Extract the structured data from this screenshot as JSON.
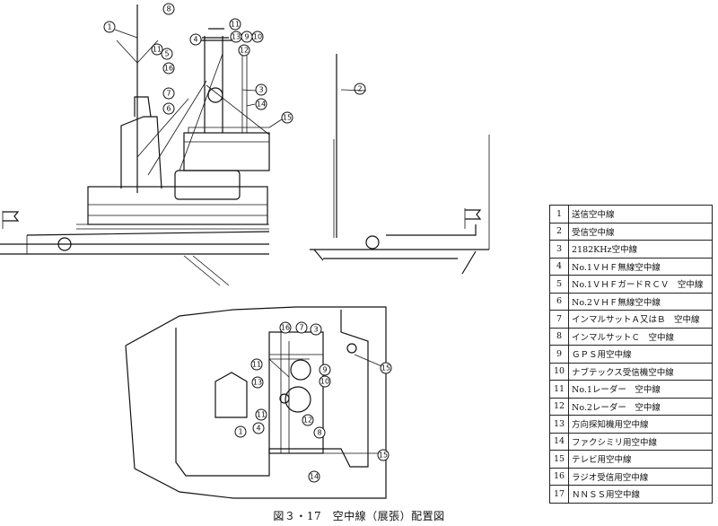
{
  "legend": [
    {
      "num": "1",
      "label": "送信空中線"
    },
    {
      "num": "2",
      "label": "受信空中線"
    },
    {
      "num": "3",
      "label": "2182KHz空中線"
    },
    {
      "num": "4",
      "label": "No.1ＶＨＦ無線空中線"
    },
    {
      "num": "5",
      "label": "No.1ＶＨＦガードＲＣＶ　空中線"
    },
    {
      "num": "6",
      "label": "No.2ＶＨＦ無線空中線"
    },
    {
      "num": "7",
      "label": "インマルサットＡ又はＢ　空中線"
    },
    {
      "num": "8",
      "label": "インマルサットＣ　空中線"
    },
    {
      "num": "9",
      "label": "ＧＰＳ用空中線"
    },
    {
      "num": "10",
      "label": "ナブテックス受信機空中線"
    },
    {
      "num": "11",
      "label": "No.1レーダー　空中線"
    },
    {
      "num": "12",
      "label": "No.2レーダー　空中線"
    },
    {
      "num": "13",
      "label": "方向探知機用空中線"
    },
    {
      "num": "14",
      "label": "ファクシミリ用空中線"
    },
    {
      "num": "15",
      "label": "テレビ用空中線"
    },
    {
      "num": "16",
      "label": "ラジオ受信用空中線"
    },
    {
      "num": "17",
      "label": "ＮＮＳＳ用空中線"
    }
  ],
  "caption": "図３・17　空中線（展張）配置図",
  "markers": {
    "side": [
      "1",
      "8",
      "11",
      "4",
      "13",
      "9",
      "10",
      "5",
      "12",
      "11",
      "3",
      "16",
      "7",
      "6",
      "14",
      "15"
    ],
    "front": [
      "2"
    ],
    "plan": [
      "16",
      "7",
      "3",
      "11",
      "9",
      "10",
      "13",
      "12",
      "8",
      "11",
      "4",
      "1",
      "15",
      "14",
      "15"
    ]
  }
}
